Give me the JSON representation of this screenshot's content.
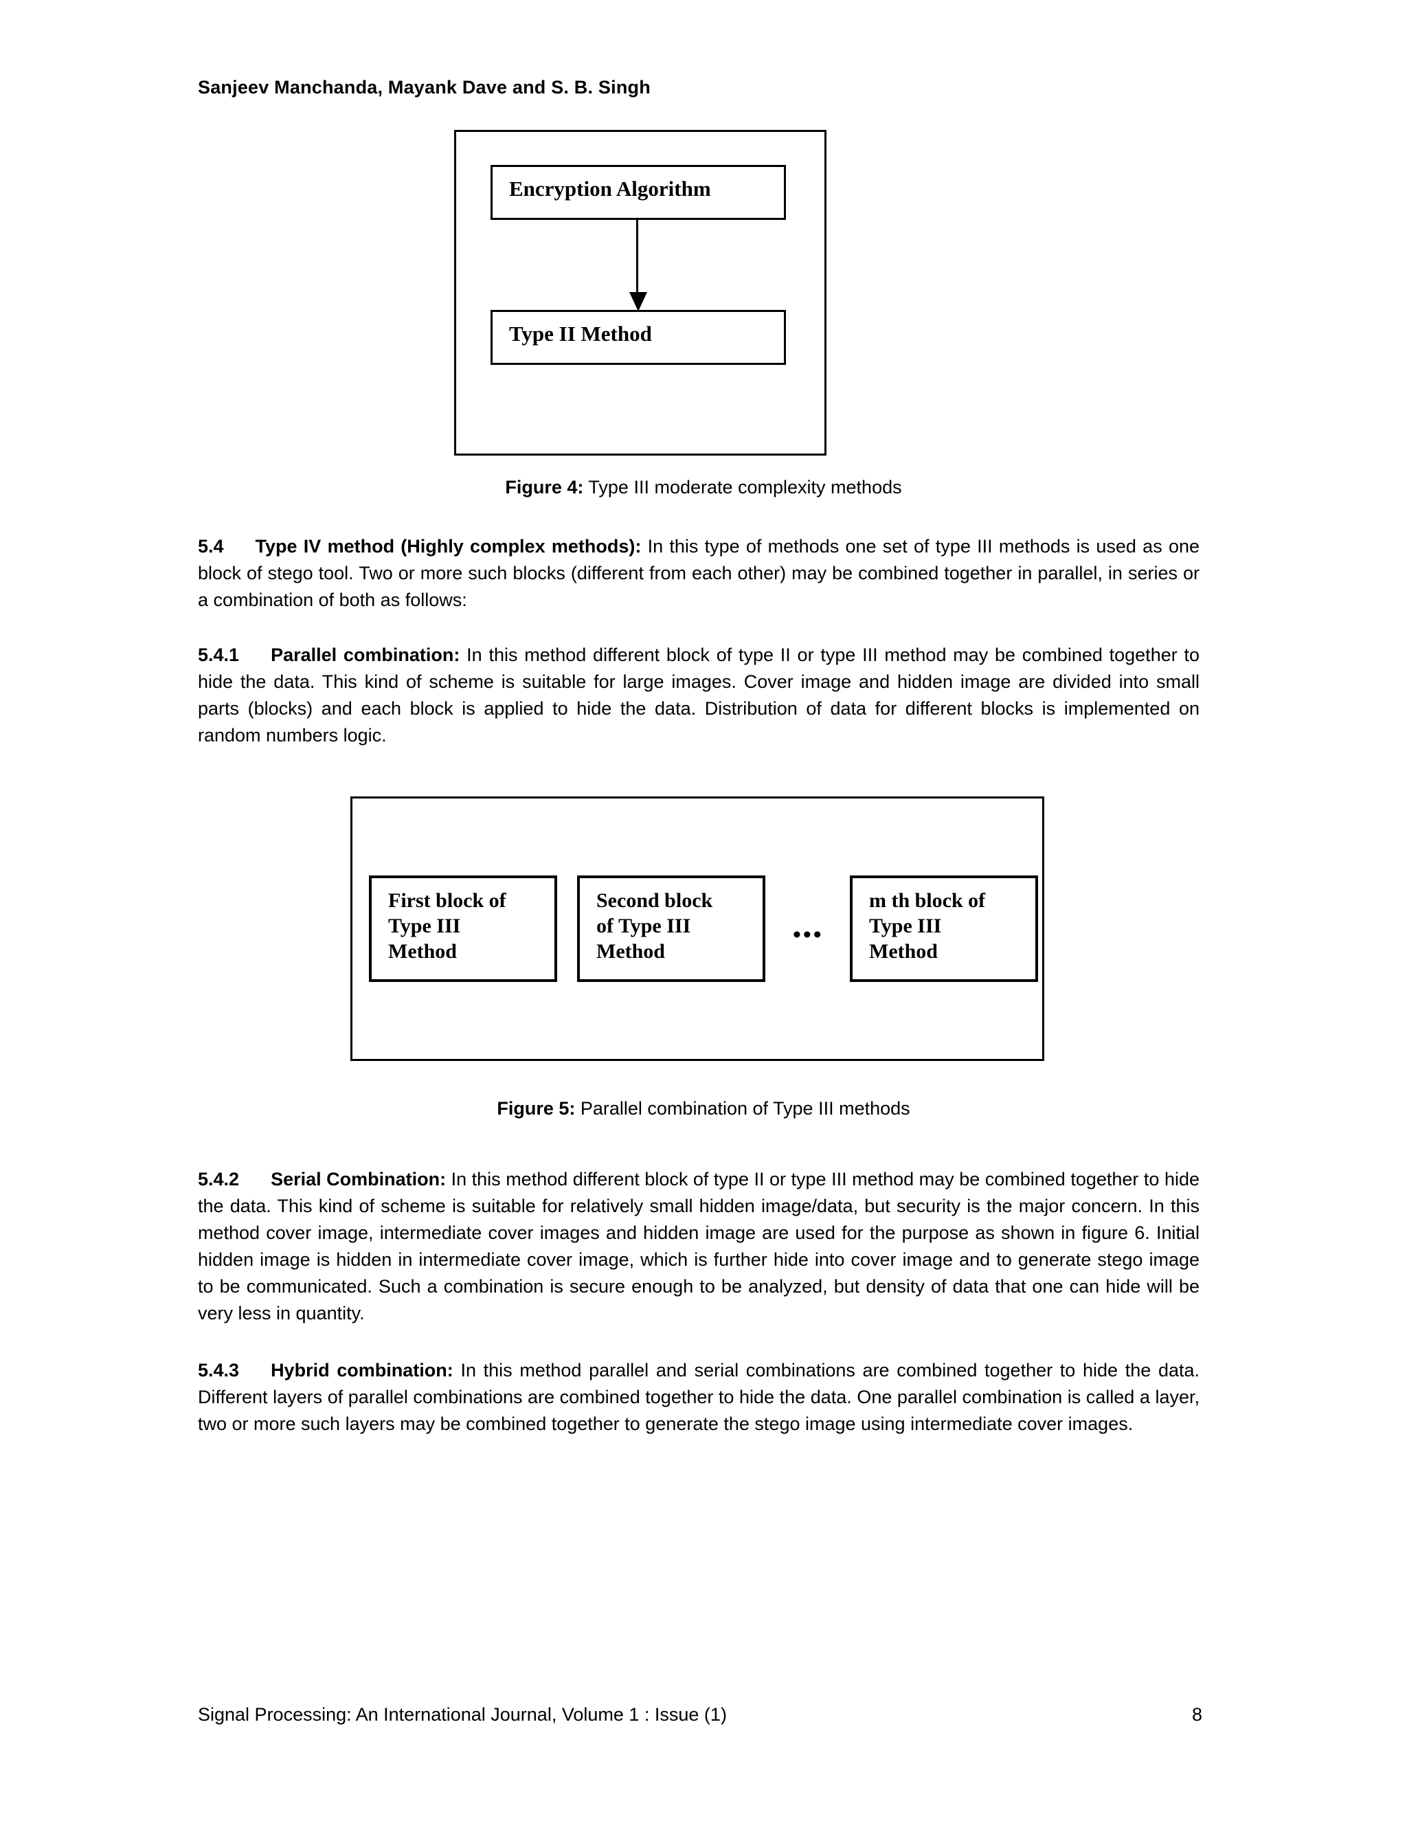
{
  "header": {
    "authors": "Sanjeev Manchanda, Mayank Dave and S. B. Singh"
  },
  "figure4": {
    "boxes": [
      {
        "label": "Encryption Algorithm"
      },
      {
        "label": "Type II Method"
      }
    ],
    "arrow": "down-arrow",
    "caption_label": "Figure 4:",
    "caption_text": " Type III moderate complexity methods"
  },
  "figure5": {
    "boxes": [
      {
        "line1": "First block of",
        "line2": "Type III",
        "line3": "Method"
      },
      {
        "line1": "Second block",
        "line2": "of Type III",
        "line3": "Method"
      },
      {
        "line1": "m th block of",
        "line2": "Type III",
        "line3": "Method"
      }
    ],
    "ellipsis": "•••",
    "caption_label": "Figure 5:",
    "caption_text": " Parallel combination of Type III methods"
  },
  "sections": {
    "s54": {
      "number": "5.4",
      "title": "Type IV method (Highly complex methods):",
      "body": " In this type of methods one set of type III methods is used as one block of stego tool. Two or more such blocks (different from each other) may be combined together in parallel, in series or a combination of both as follows:"
    },
    "s541": {
      "number": "5.4.1",
      "title": "Parallel combination:",
      "body": " In this method different block of type II or type III method may be combined together to hide the data. This kind of scheme is suitable for large images. Cover image and hidden image are divided into small parts (blocks) and each block is applied to hide the data. Distribution of data for different blocks is implemented on random numbers logic."
    },
    "s542": {
      "number": "5.4.2",
      "title": "Serial Combination:",
      "body": " In this method different block of type II or type III method may be combined together to hide the data. This kind of scheme is suitable for relatively small hidden image/data, but security is the major concern. In this method cover image, intermediate cover images and hidden image are used for the purpose as shown in figure 6. Initial hidden image is hidden in intermediate cover image, which is further hide into cover image and to generate stego image to be communicated. Such a combination is secure enough to be analyzed, but density of data that one can hide will be very less in quantity."
    },
    "s543": {
      "number": "5.4.3",
      "title": "Hybrid combination:",
      "body": " In this method parallel and serial combinations are combined together to hide the data. Different layers of parallel combinations are combined together to hide the data. One parallel combination is called a layer, two or more such layers may be combined together to generate the stego image using intermediate cover images."
    }
  },
  "footer": {
    "journal": "Signal Processing: An International Journal, Volume 1 : Issue (1)",
    "page_number": "8"
  }
}
